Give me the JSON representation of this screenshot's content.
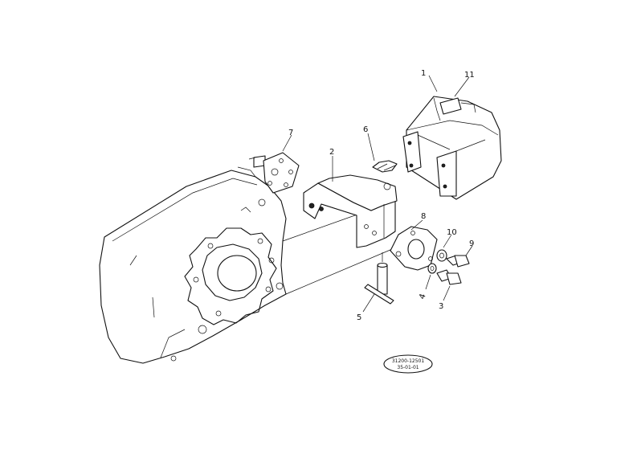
{
  "diagram": {
    "callouts": [
      {
        "id": "1",
        "text": "1"
      },
      {
        "id": "11",
        "text": "11"
      },
      {
        "id": "7",
        "text": "7"
      },
      {
        "id": "6",
        "text": "6"
      },
      {
        "id": "2",
        "text": "2"
      },
      {
        "id": "8",
        "text": "8"
      },
      {
        "id": "10",
        "text": "10"
      },
      {
        "id": "9",
        "text": "9"
      },
      {
        "id": "4",
        "text": "4"
      },
      {
        "id": "3",
        "text": "3"
      },
      {
        "id": "5",
        "text": "5"
      }
    ],
    "stamp": {
      "line1": "31200-12501",
      "line2": "35-01-01"
    }
  }
}
